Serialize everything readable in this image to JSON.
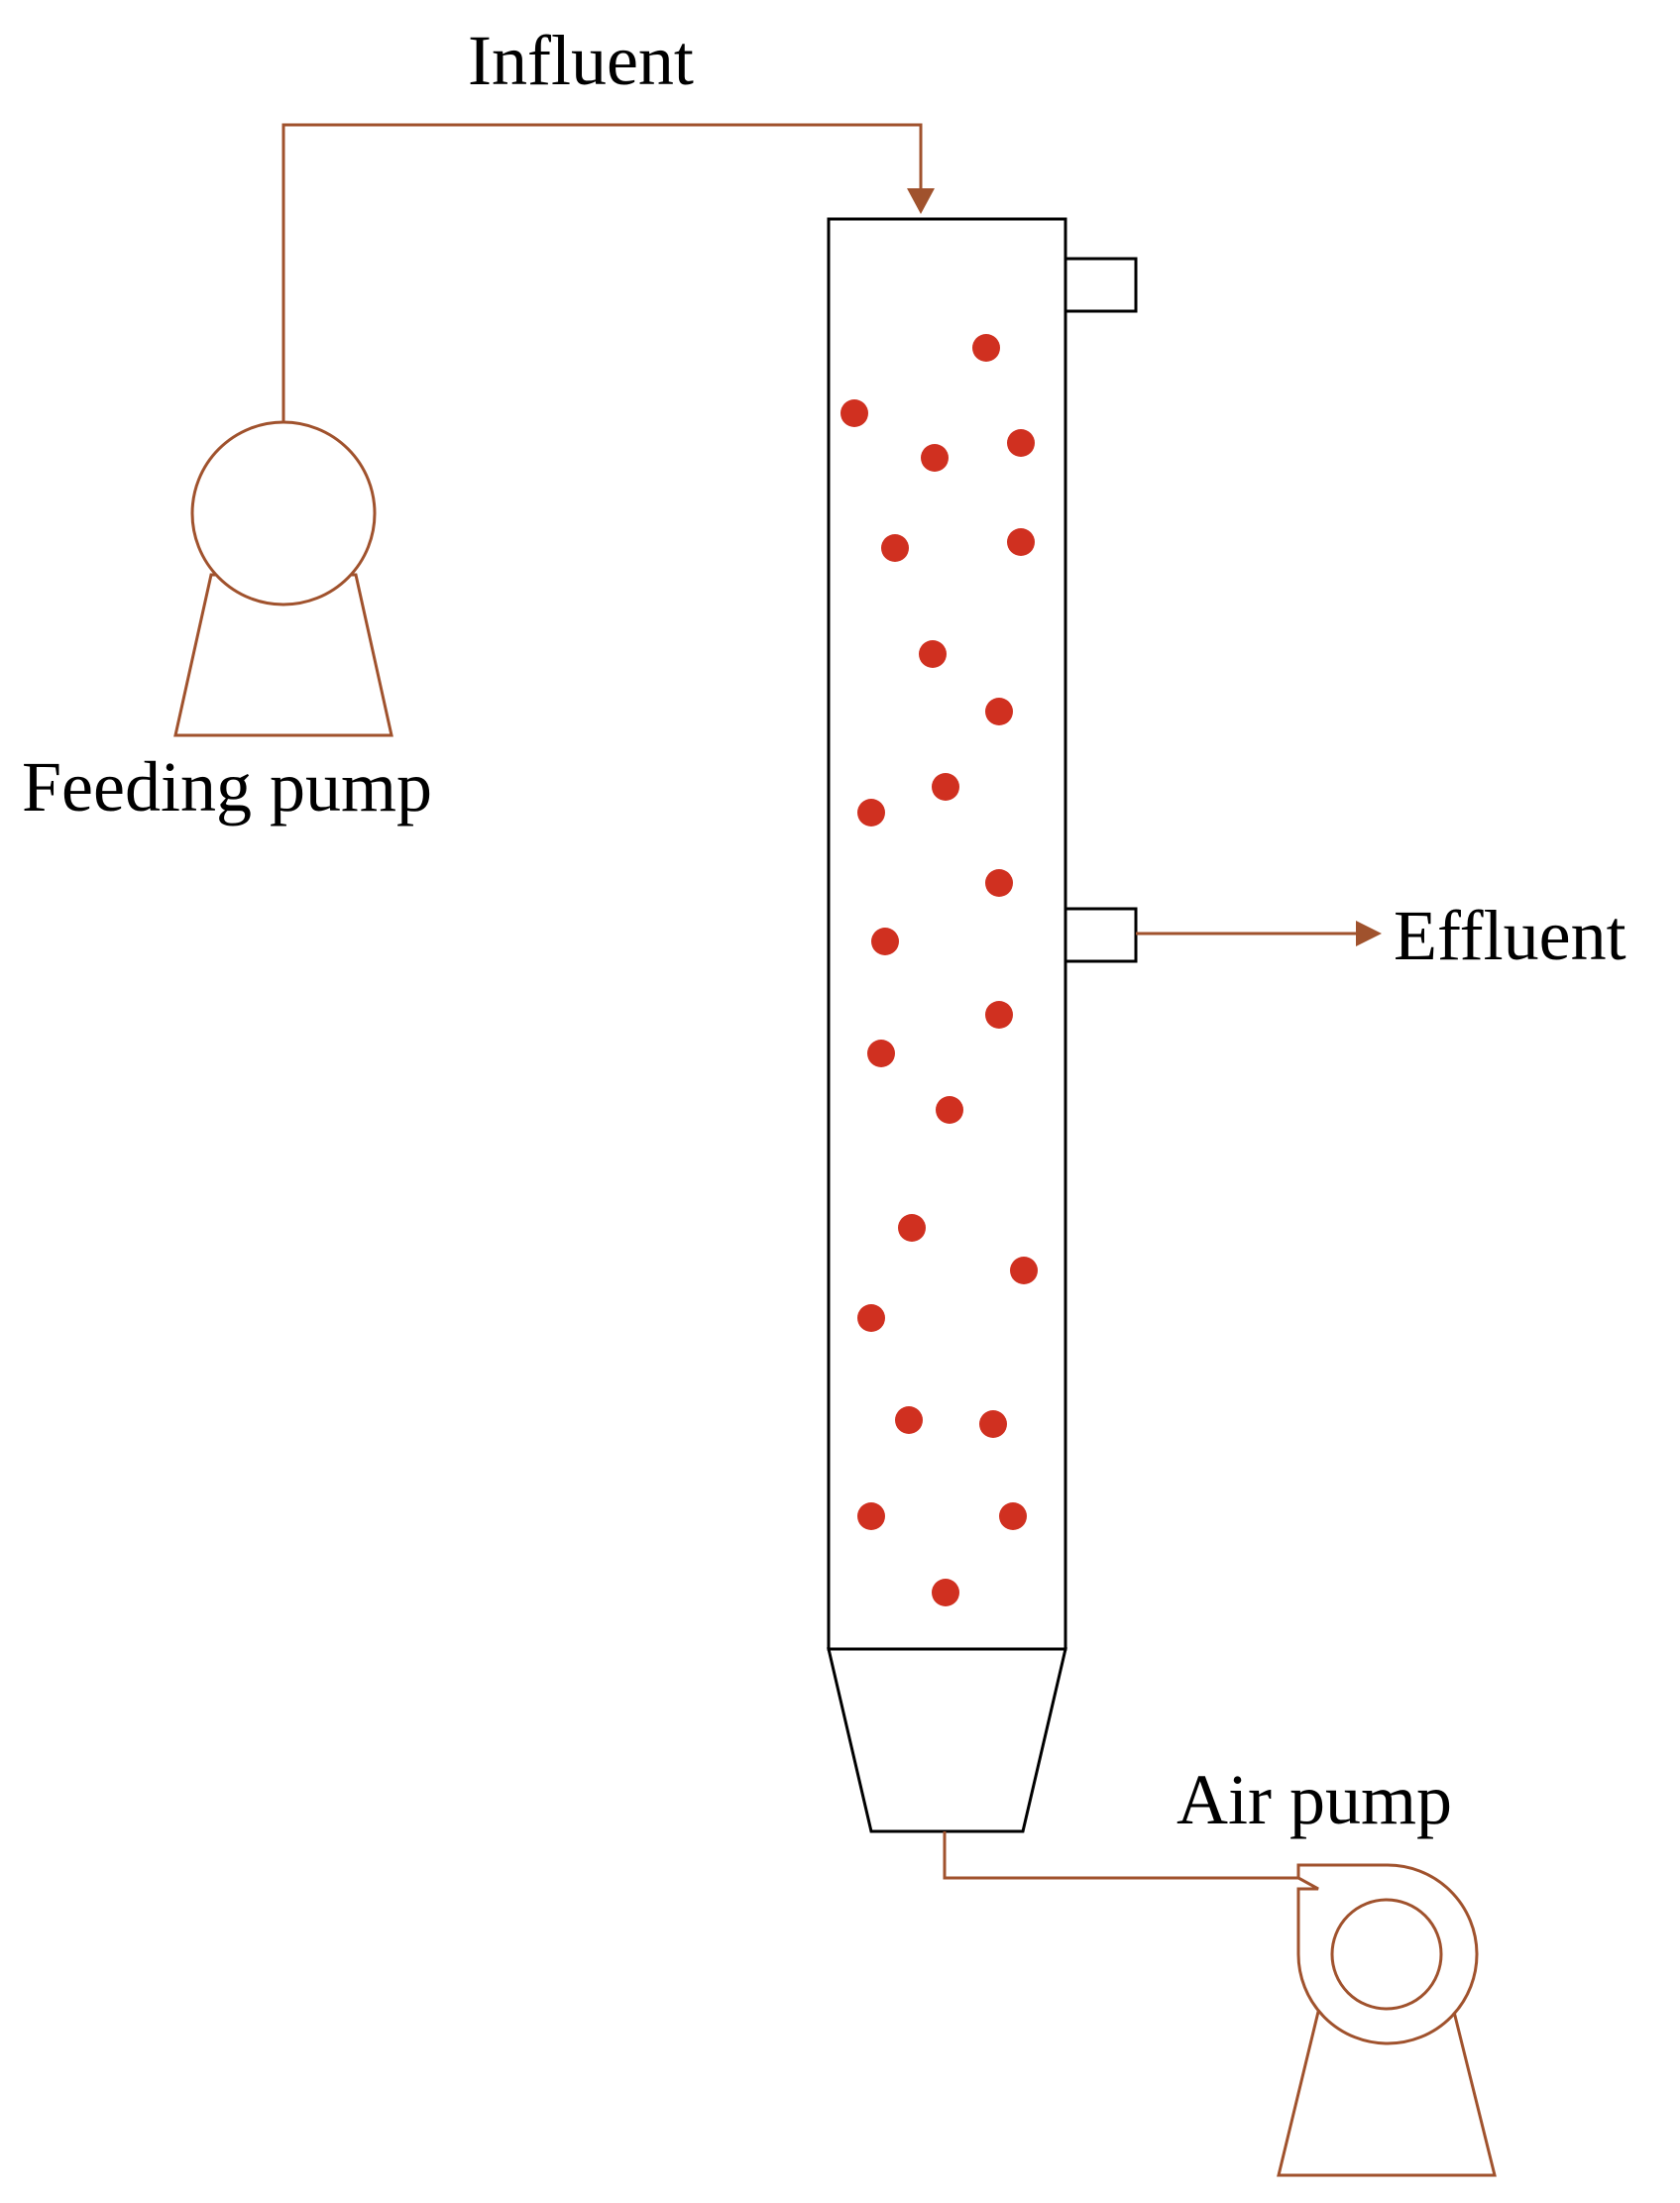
{
  "labels": {
    "influent": "Influent",
    "feeding_pump": "Feeding pump",
    "effluent": "Effluent",
    "air_pump": "Air pump"
  },
  "colors": {
    "pipe": "#a0522d",
    "vessel_outline": "#000000",
    "particles": "#d03020",
    "background": "#ffffff"
  },
  "icons": {
    "feeding_pump": "feeding-pump-icon",
    "air_pump": "air-pump-icon"
  }
}
